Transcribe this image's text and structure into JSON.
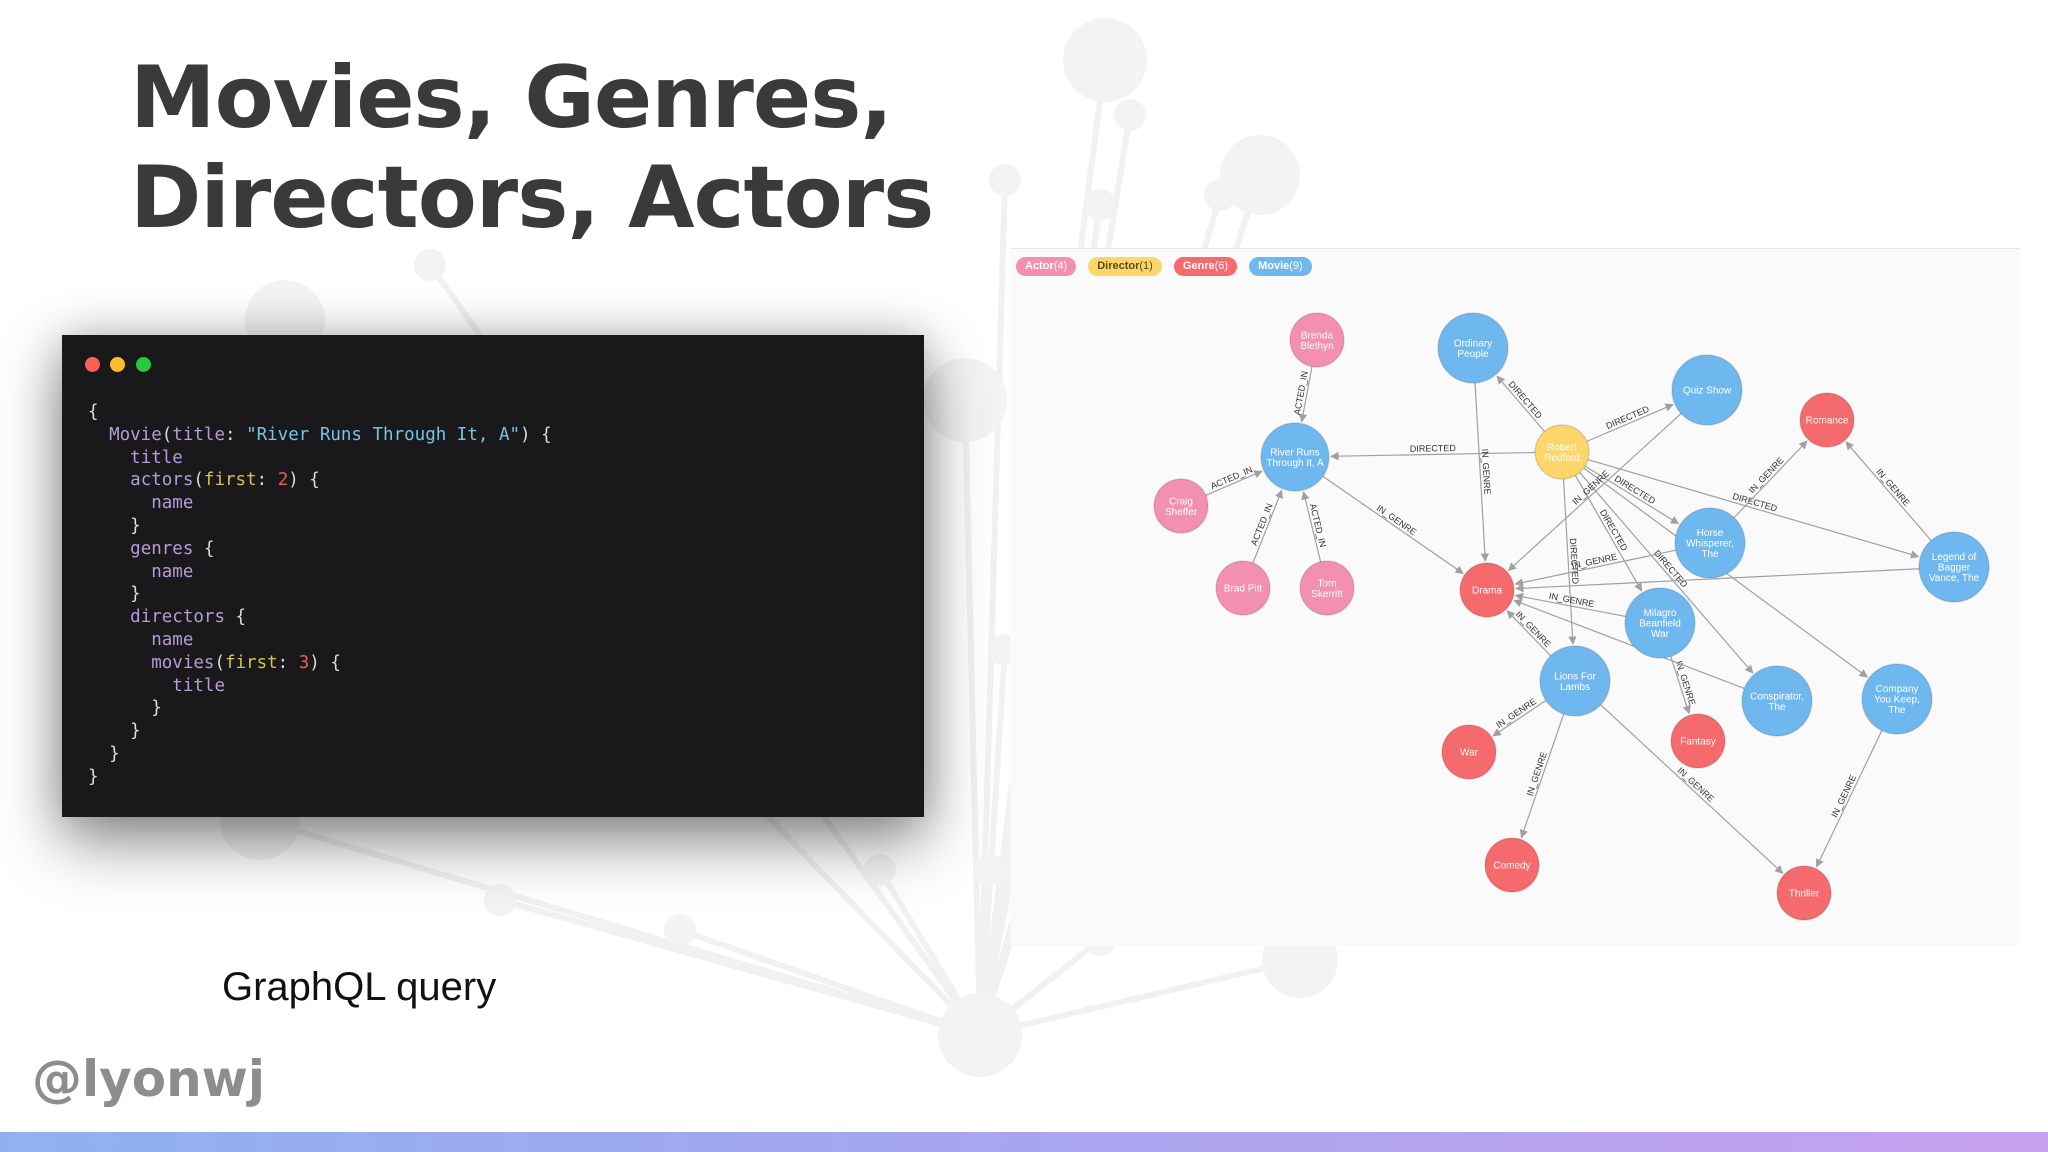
{
  "slide": {
    "title_line1": "Movies, Genres,",
    "title_line2": "Directors, Actors",
    "caption": "GraphQL query",
    "handle": "@lyonwj"
  },
  "code_window": {
    "lines": [
      [
        {
          "t": "{",
          "c": "p"
        }
      ],
      [
        {
          "t": "  "
        },
        {
          "t": "Movie",
          "c": "f"
        },
        {
          "t": "(",
          "c": "p"
        },
        {
          "t": "title",
          "c": "f"
        },
        {
          "t": ": ",
          "c": "p"
        },
        {
          "t": "\"River Runs Through It, A\"",
          "c": "s"
        },
        {
          "t": ") {",
          "c": "p"
        }
      ],
      [
        {
          "t": "    "
        },
        {
          "t": "title",
          "c": "f"
        }
      ],
      [
        {
          "t": "    "
        },
        {
          "t": "actors",
          "c": "f"
        },
        {
          "t": "(",
          "c": "p"
        },
        {
          "t": "first",
          "c": "y"
        },
        {
          "t": ": ",
          "c": "p"
        },
        {
          "t": "2",
          "c": "n"
        },
        {
          "t": ") {",
          "c": "p"
        }
      ],
      [
        {
          "t": "      "
        },
        {
          "t": "name",
          "c": "f"
        }
      ],
      [
        {
          "t": "    }",
          "c": "p"
        }
      ],
      [
        {
          "t": "    "
        },
        {
          "t": "genres",
          "c": "f"
        },
        {
          "t": " {",
          "c": "p"
        }
      ],
      [
        {
          "t": "      "
        },
        {
          "t": "name",
          "c": "f"
        }
      ],
      [
        {
          "t": "    }",
          "c": "p"
        }
      ],
      [
        {
          "t": "    "
        },
        {
          "t": "directors",
          "c": "f"
        },
        {
          "t": " {",
          "c": "p"
        }
      ],
      [
        {
          "t": "      "
        },
        {
          "t": "name",
          "c": "f"
        }
      ],
      [
        {
          "t": "      "
        },
        {
          "t": "movies",
          "c": "f"
        },
        {
          "t": "(",
          "c": "p"
        },
        {
          "t": "first",
          "c": "y"
        },
        {
          "t": ": ",
          "c": "p"
        },
        {
          "t": "3",
          "c": "n"
        },
        {
          "t": ") {",
          "c": "p"
        }
      ],
      [
        {
          "t": "        "
        },
        {
          "t": "title",
          "c": "f"
        }
      ],
      [
        {
          "t": "      }",
          "c": "p"
        }
      ],
      [
        {
          "t": "    }",
          "c": "p"
        }
      ],
      [
        {
          "t": "  }",
          "c": "p"
        }
      ],
      [
        {
          "t": "}",
          "c": "p"
        }
      ]
    ]
  },
  "graph": {
    "legend": [
      {
        "label": "Actor",
        "count": "(4)",
        "key": "actor"
      },
      {
        "label": "Director",
        "count": "(1)",
        "key": "director"
      },
      {
        "label": "Genre",
        "count": "(6)",
        "key": "genre"
      },
      {
        "label": "Movie",
        "count": "(9)",
        "key": "movie"
      }
    ],
    "colors": {
      "movie": "#6fb8ef",
      "actor": "#f38fb1",
      "genre": "#f56a6c",
      "director": "#fcd66a",
      "edge": "#a0a0a0"
    },
    "nodes": [
      {
        "id": "brenda",
        "type": "actor",
        "lines": [
          "Brenda",
          "Blethyn"
        ]
      },
      {
        "id": "craig",
        "type": "actor",
        "lines": [
          "Craig",
          "Sheffer"
        ]
      },
      {
        "id": "brad",
        "type": "actor",
        "lines": [
          "Brad Pitt"
        ]
      },
      {
        "id": "tom",
        "type": "actor",
        "lines": [
          "Tom",
          "Skerritt"
        ]
      },
      {
        "id": "river",
        "type": "movie",
        "lines": [
          "River Runs",
          "Through It, A"
        ]
      },
      {
        "id": "ordinary",
        "type": "movie",
        "lines": [
          "Ordinary",
          "People"
        ]
      },
      {
        "id": "quiz",
        "type": "movie",
        "lines": [
          "Quiz Show"
        ]
      },
      {
        "id": "horse",
        "type": "movie",
        "lines": [
          "Horse",
          "Whisperer,",
          "The"
        ]
      },
      {
        "id": "legend",
        "type": "movie",
        "lines": [
          "Legend of",
          "Bagger",
          "Vance, The"
        ]
      },
      {
        "id": "milagro",
        "type": "movie",
        "lines": [
          "Milagro",
          "Beanfield",
          "War"
        ]
      },
      {
        "id": "lions",
        "type": "movie",
        "lines": [
          "Lions For",
          "Lambs"
        ]
      },
      {
        "id": "conspirator",
        "type": "movie",
        "lines": [
          "Conspirator,",
          "The"
        ]
      },
      {
        "id": "company",
        "type": "movie",
        "lines": [
          "Company",
          "You Keep,",
          "The"
        ]
      },
      {
        "id": "robert",
        "type": "director",
        "lines": [
          "Robert",
          "Redford"
        ]
      },
      {
        "id": "romance",
        "type": "genre",
        "lines": [
          "Romance"
        ]
      },
      {
        "id": "drama",
        "type": "genre",
        "lines": [
          "Drama"
        ]
      },
      {
        "id": "war",
        "type": "genre",
        "lines": [
          "War"
        ]
      },
      {
        "id": "fantasy",
        "type": "genre",
        "lines": [
          "Fantasy"
        ]
      },
      {
        "id": "comedy",
        "type": "genre",
        "lines": [
          "Comedy"
        ]
      },
      {
        "id": "thriller",
        "type": "genre",
        "lines": [
          "Thriller"
        ]
      }
    ],
    "edges": [
      {
        "from": "brenda",
        "to": "river",
        "label": "ACTED_IN"
      },
      {
        "from": "craig",
        "to": "river",
        "label": "ACTED_IN"
      },
      {
        "from": "brad",
        "to": "river",
        "label": "ACTED_IN"
      },
      {
        "from": "tom",
        "to": "river",
        "label": "ACTED_IN"
      },
      {
        "from": "robert",
        "to": "river",
        "label": "DIRECTED"
      },
      {
        "from": "robert",
        "to": "ordinary",
        "label": "DIRECTED"
      },
      {
        "from": "robert",
        "to": "quiz",
        "label": "DIRECTED"
      },
      {
        "from": "robert",
        "to": "horse",
        "label": "DIRECTED"
      },
      {
        "from": "robert",
        "to": "legend",
        "label": "DIRECTED"
      },
      {
        "from": "robert",
        "to": "milagro",
        "label": "DIRECTED"
      },
      {
        "from": "robert",
        "to": "lions",
        "label": "DIRECTED"
      },
      {
        "from": "robert",
        "to": "conspirator",
        "label": "DIRECTED"
      },
      {
        "from": "robert",
        "to": "company",
        "label": ""
      },
      {
        "from": "river",
        "to": "drama",
        "label": "IN_GENRE"
      },
      {
        "from": "ordinary",
        "to": "drama",
        "label": "IN_GENRE"
      },
      {
        "from": "quiz",
        "to": "drama",
        "label": "IN_GENRE"
      },
      {
        "from": "horse",
        "to": "drama",
        "label": "IN_GENRE"
      },
      {
        "from": "horse",
        "to": "romance",
        "label": "IN_GENRE"
      },
      {
        "from": "legend",
        "to": "romance",
        "label": "IN_GENRE"
      },
      {
        "from": "legend",
        "to": "drama",
        "label": ""
      },
      {
        "from": "milagro",
        "to": "drama",
        "label": "IN_GENRE"
      },
      {
        "from": "milagro",
        "to": "fantasy",
        "label": "IN_GENRE"
      },
      {
        "from": "lions",
        "to": "drama",
        "label": "IN_GENRE"
      },
      {
        "from": "lions",
        "to": "war",
        "label": "IN_GENRE"
      },
      {
        "from": "lions",
        "to": "comedy",
        "label": "IN_GENRE"
      },
      {
        "from": "lions",
        "to": "thriller",
        "label": "IN_GENRE"
      },
      {
        "from": "conspirator",
        "to": "drama",
        "label": ""
      },
      {
        "from": "company",
        "to": "thriller",
        "label": "IN_GENRE"
      }
    ]
  }
}
